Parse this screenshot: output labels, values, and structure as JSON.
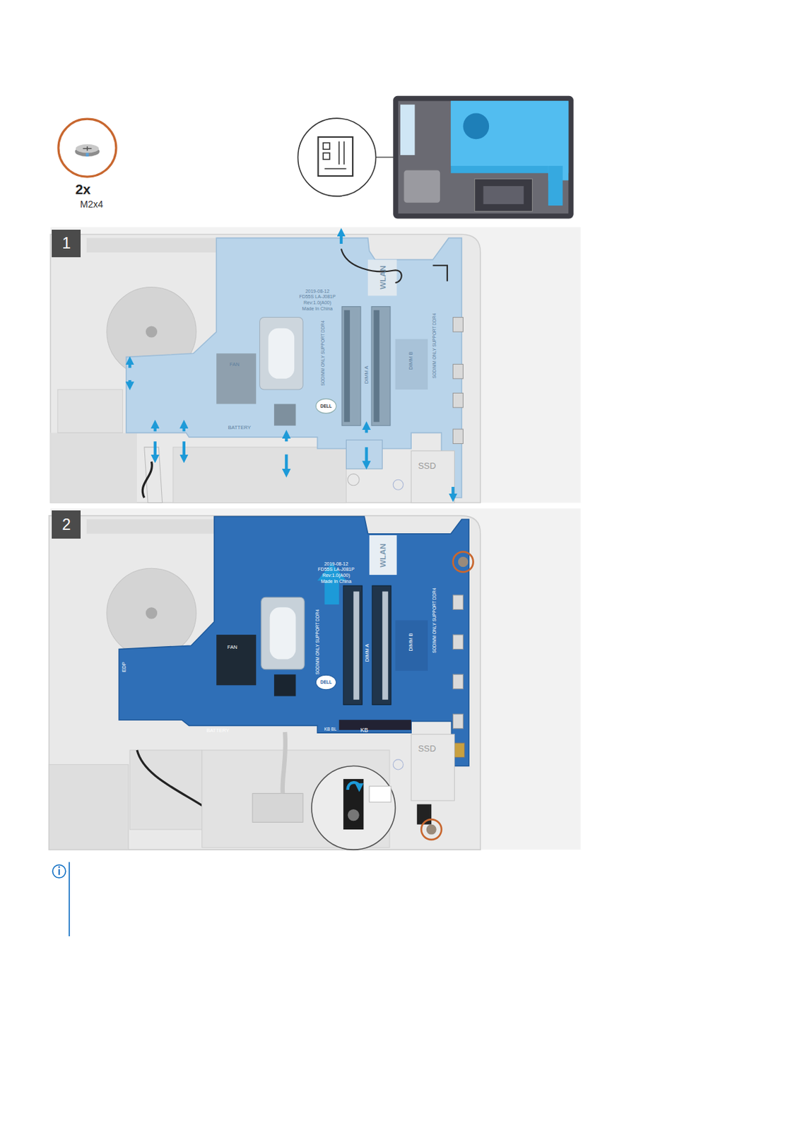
{
  "diagram": {
    "nodes": [
      {
        "text": [
          "1"
        ]
      },
      {
        "text": [
          "2"
        ]
      }
    ],
    "labels": [
      "2x",
      "M2x4",
      "WLAN",
      "2019-08-12",
      "FD55S LA-J081P",
      "Rev:1.0(A00)",
      "Made In China",
      "FAN",
      "DIMM A",
      "DIMM B",
      "SODIMM ONLY SUPPORT DDR4",
      "SODIMM ONLY SUPPORT DDR4",
      "BATTERY",
      "DELL",
      "SSD",
      "WLAN",
      "2019-08-12",
      "FD55S LA-J081P",
      "Rev:1.0(A00)",
      "Made In China",
      "FAN",
      "EDP",
      "DIMM A",
      "DIMM B",
      "SODIMM ONLY SUPPORT DDR4",
      "SODIMM ONLY SUPPORT DDR4",
      "BATTERY",
      "KB BL",
      "KB",
      "DELL",
      "SSD"
    ]
  }
}
